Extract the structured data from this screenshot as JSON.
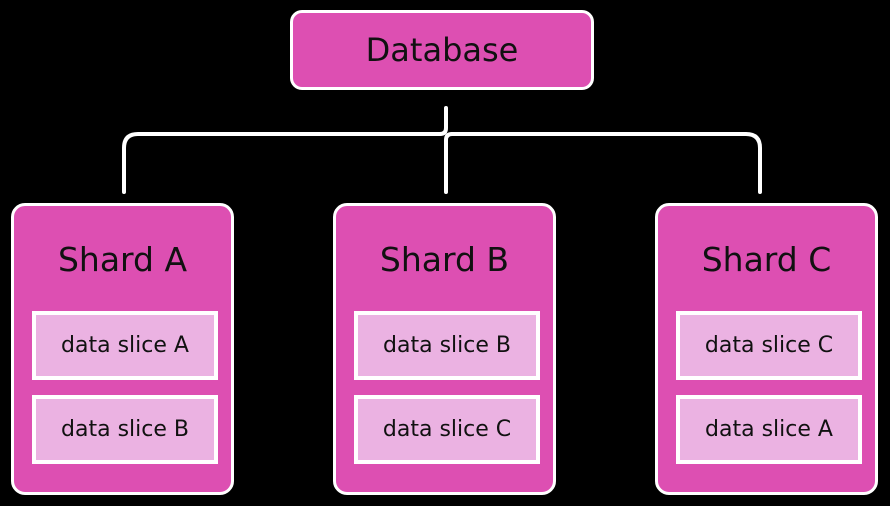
{
  "database": {
    "label": "Database"
  },
  "shards": [
    {
      "title": "Shard A",
      "slices": [
        "data slice A",
        "data slice B"
      ]
    },
    {
      "title": "Shard B",
      "slices": [
        "data slice B",
        "data slice C"
      ]
    },
    {
      "title": "Shard C",
      "slices": [
        "data slice C",
        "data slice A"
      ]
    }
  ],
  "colors": {
    "background": "#000000",
    "box_fill": "#dd4fb2",
    "slice_fill": "#ebb2e2",
    "outline": "#ffffff",
    "text": "#111111"
  }
}
